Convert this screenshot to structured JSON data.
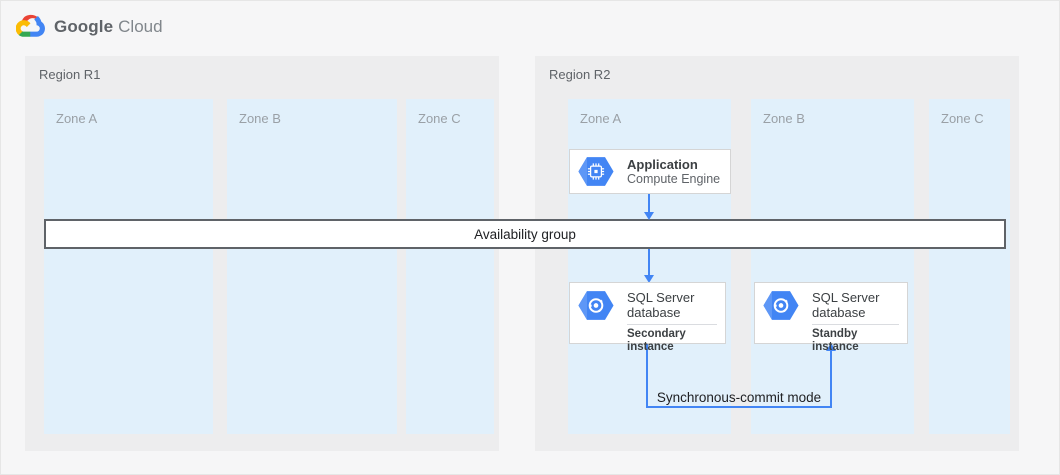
{
  "header": {
    "logo": {
      "part1": "Google",
      "part2": "Cloud"
    }
  },
  "regions": [
    {
      "label": "Region R1",
      "zones": [
        {
          "label": "Zone A"
        },
        {
          "label": "Zone B"
        },
        {
          "label": "Zone C"
        }
      ]
    },
    {
      "label": "Region R2",
      "zones": [
        {
          "label": "Zone A"
        },
        {
          "label": "Zone B"
        },
        {
          "label": "Zone C"
        }
      ]
    }
  ],
  "availability_group": {
    "label": "Availability group"
  },
  "nodes": {
    "application": {
      "title": "Application",
      "subtitle": "Compute Engine",
      "icon": "compute-engine-icon"
    },
    "sql_secondary": {
      "title": "SQL Server database",
      "instance_label": "Secondary instance",
      "icon": "compute-engine-icon"
    },
    "sql_standby": {
      "title": "SQL Server database",
      "instance_label": "Standby instance",
      "icon": "compute-engine-icon"
    }
  },
  "connections": {
    "sync_commit_label": "Synchronous-commit mode"
  },
  "colors": {
    "arrow_blue": "#4285f4",
    "hexagon_blue": "#4285f4",
    "hexagon_highlight": "#5e97f6",
    "zone_fill": "#e1f0fb",
    "region_fill": "#ededee",
    "page_bg": "#f6f6f7",
    "bar_border": "#5f6368",
    "logo_red": "#ea4335",
    "logo_blue": "#4285f4",
    "logo_green": "#34a853",
    "logo_yellow": "#fbbc05"
  }
}
